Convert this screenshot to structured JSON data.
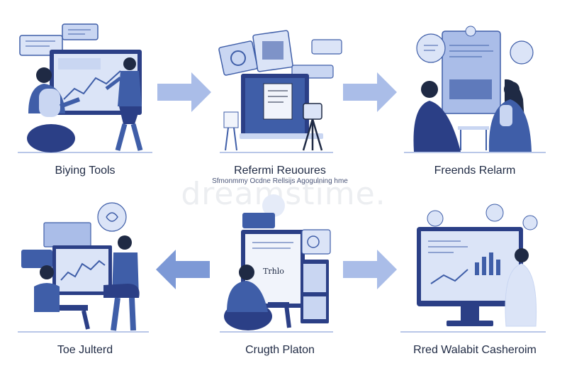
{
  "panels": {
    "p1": {
      "label": "Biying Tools"
    },
    "p2": {
      "label": "Refermi Reuoures",
      "sublabel": "Sfmonmmy Ocdne Rellsijs Agogulning hme"
    },
    "p3": {
      "label": "Freends Relarm"
    },
    "p4": {
      "label": "Toe Julterd"
    },
    "p5": {
      "label": "Crugth Platon",
      "screen_text": "Trhlo"
    },
    "p6": {
      "label": "Rred Walabit Casheroim"
    }
  },
  "watermark": "dreamstime.",
  "colors": {
    "primary": "#3f5ea8",
    "dark": "#2b3f86",
    "light": "#c9d6f2",
    "arrow": "#7d99d6",
    "ground": "#b9c7e8"
  },
  "icons": [
    "arrow-right-icon",
    "arrow-left-icon",
    "chat-bubble-icon",
    "chart-icon"
  ]
}
